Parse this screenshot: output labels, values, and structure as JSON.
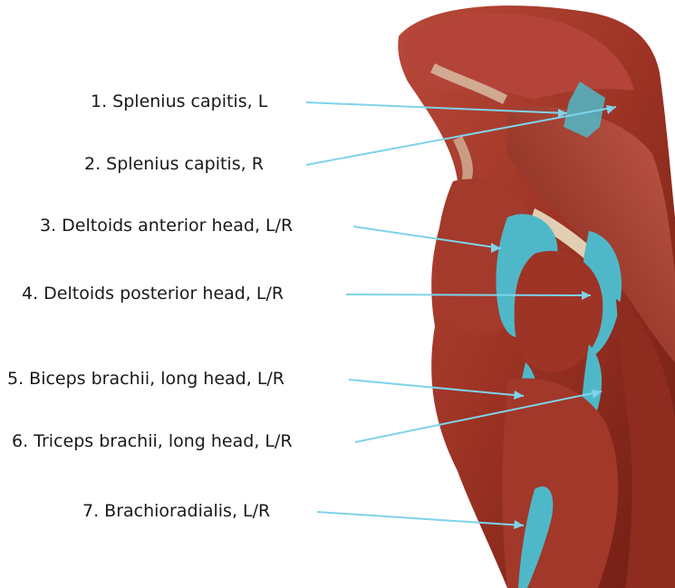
{
  "labels": [
    "1.  Splenius capitis, L",
    "2.  Splenius capitis, R",
    "3.  Deltoids anterior head, L/R",
    "4.  Deltoids posterior head, L/R",
    "5.  Biceps brachii, long head, L/R",
    "6.  Triceps brachii, long head, L/R",
    "7.  Brachioradialis, L/R"
  ],
  "colors": {
    "muscle": "#a83a2a",
    "muscle_dark": "#6e1c12",
    "highlight": "#4fb8c8",
    "pointer": "#7fd3ea",
    "tendon": "#d9c4a8"
  }
}
